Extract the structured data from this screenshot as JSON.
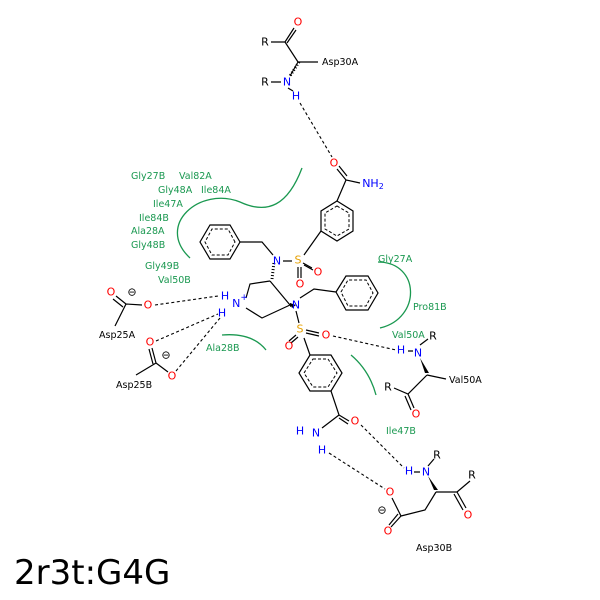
{
  "title": "2r3t:G4G",
  "atoms": {
    "O": "O",
    "N": "N",
    "H": "H",
    "S": "S",
    "R": "R",
    "NH": "NH",
    "sub2": "2",
    "plus": "+",
    "minus": "⊖"
  },
  "residues": {
    "asp30a": "Asp30A",
    "asp25a": "Asp25A",
    "asp25b": "Asp25B",
    "val50a": "Val50A",
    "asp30b": "Asp30B"
  },
  "hydrophobic": [
    "Gly27B",
    "Val82A",
    "Gly48A",
    "Ile84A",
    "Ile47A",
    "Ile84B",
    "Ala28A",
    "Gly48B",
    "Gly49B",
    "Val50B",
    "Ala28B",
    "Gly27A",
    "Pro81B",
    "Val50A",
    "Ile47B"
  ],
  "colors": {
    "oxygen": "#ff0000",
    "nitrogen": "#0000ff",
    "sulfur": "#e6a000",
    "hydrophobic": "#1a9850"
  }
}
